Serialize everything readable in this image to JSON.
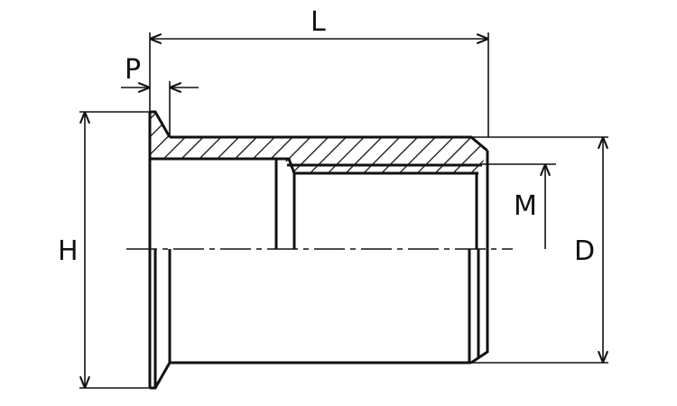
{
  "drawing": {
    "labels": {
      "L": "L",
      "P": "P",
      "H": "H",
      "M": "M",
      "D": "D"
    }
  }
}
